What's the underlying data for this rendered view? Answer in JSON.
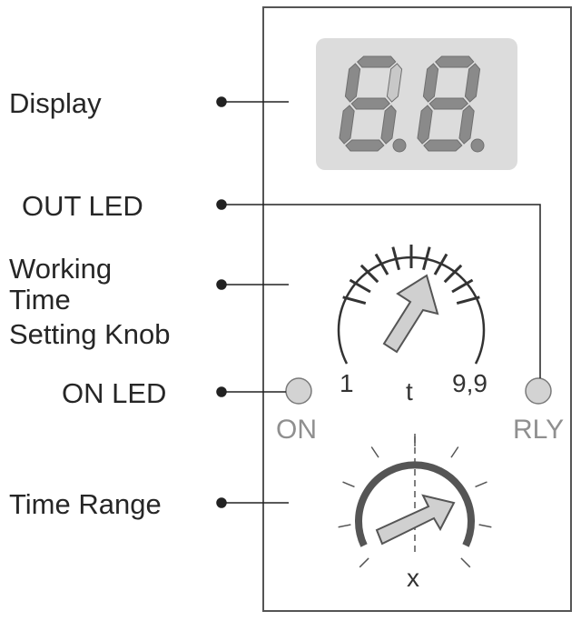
{
  "callouts": {
    "display": "Display",
    "out_led": "OUT LED",
    "working_time_knob": [
      "Working",
      "Time",
      "Setting Knob"
    ],
    "on_led": "ON LED",
    "time_range": "Time Range"
  },
  "device": {
    "display_digits": [
      "6.",
      "8."
    ],
    "time_knob": {
      "scale_min": "1",
      "symbol": "t",
      "scale_max": "9,9"
    },
    "on_led_label": "ON",
    "relay_led_label": "RLY",
    "range_knob_symbol": "x"
  },
  "colors": {
    "outline": "#333333",
    "display_bg": "#dcdcdc",
    "segment_on": "#8a8a8a",
    "segment_off": "#c8c8c8",
    "led_fill": "#d3d3d3",
    "arrow_fill": "#d0d0d0",
    "range_arc": "#555555"
  }
}
